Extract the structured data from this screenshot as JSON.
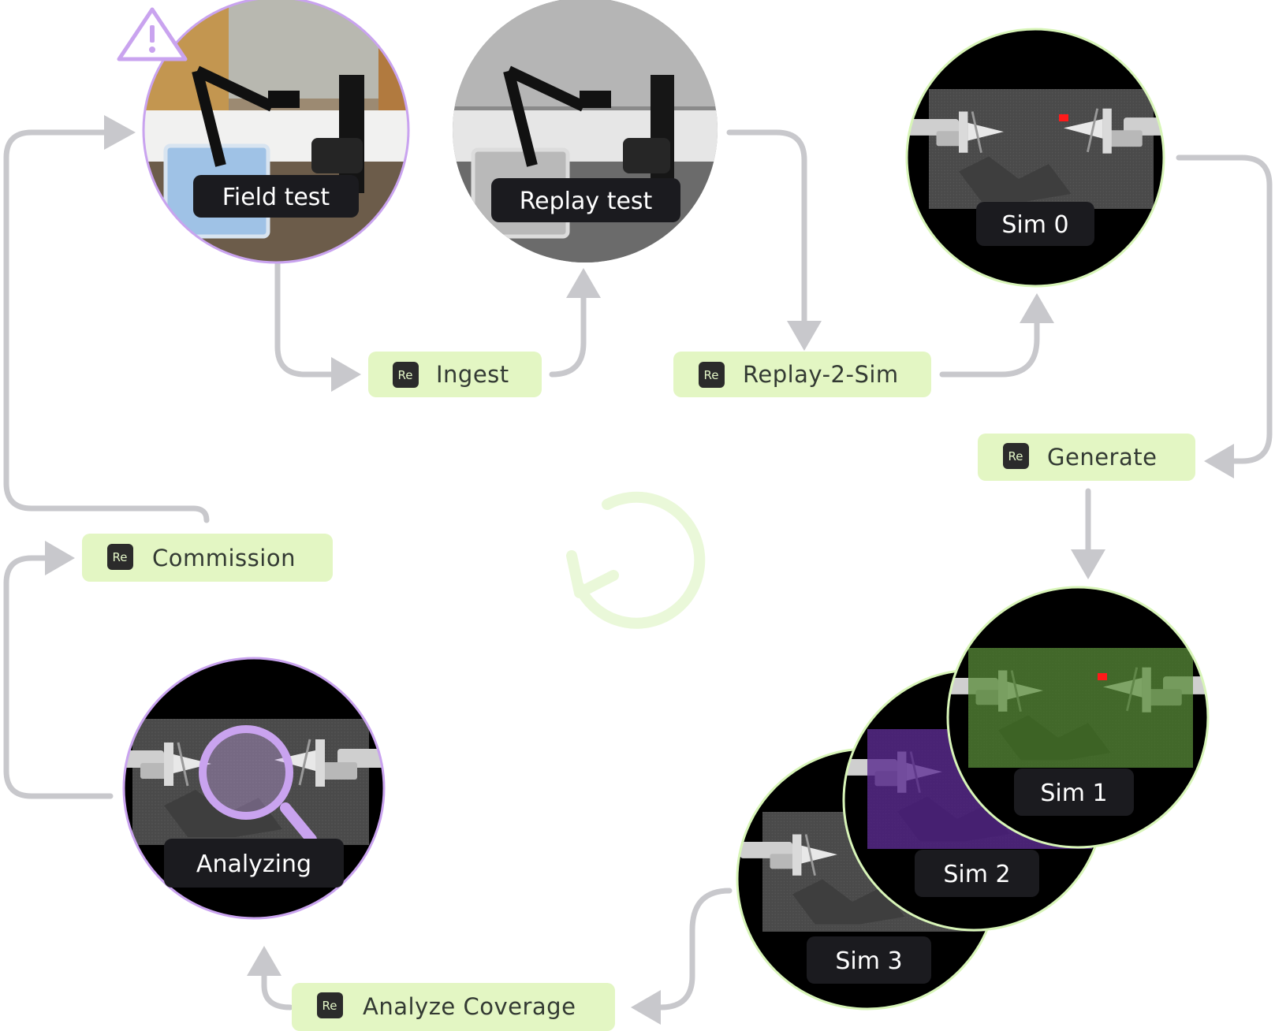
{
  "theme": {
    "connector": "#c8c8cc",
    "chip_bg": "#e3f6c3",
    "chip_text": "#333a33",
    "badge_bg": "#2b2b2b",
    "badge_text": "#e4f7c8",
    "node_label_bg": "#1b1b1f",
    "purple_ring": "#c9a3ef",
    "green_ring": "#d8f5b8",
    "sim1_tint": "#3d7a17",
    "sim2_tint": "#4a1585",
    "cycle_icon": "#eaf8d9"
  },
  "nodes": {
    "field_test": "Field test",
    "replay_test": "Replay test",
    "sim0": "Sim 0",
    "sim1": "Sim 1",
    "sim2": "Sim 2",
    "sim3": "Sim 3",
    "analyzing": "Analyzing"
  },
  "badge": "Re",
  "warning_icon": "warning-triangle-icon",
  "cycle_icon": "refresh-cycle-icon",
  "steps": {
    "ingest": "Ingest",
    "replay2sim": "Replay-2-Sim",
    "generate": "Generate",
    "commission": "Commission",
    "analyze_coverage": "Analyze Coverage"
  }
}
